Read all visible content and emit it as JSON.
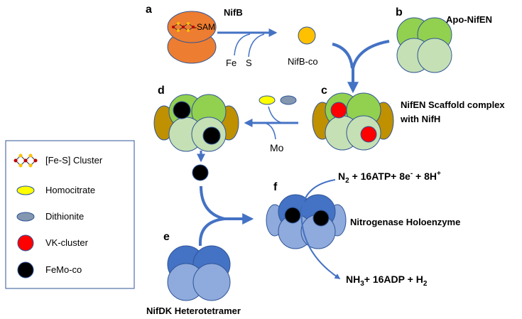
{
  "panels": {
    "a": "a",
    "b": "b",
    "c": "c",
    "d": "d",
    "e": "e",
    "f": "f"
  },
  "labels": {
    "nifb": "NifB",
    "sam": "-SAM",
    "fe": "Fe",
    "s": "S",
    "nifb_co": "NifB-co",
    "apo_nifen": "Apo-NifEN",
    "scaffold_line1": "NifEN Scaffold complex",
    "scaffold_line2": "with NifH",
    "mo": "Mo",
    "nifdk": "NifDK Heterotetramer",
    "holoenzyme": "Nitrogenase Holoenzyme"
  },
  "equations": {
    "reactants": {
      "n": "N",
      "n_sub": "2",
      "atp": " + 16ATP+ 8e",
      "e_sup": "-",
      "h": " + 8H",
      "h_sup": "+"
    },
    "products": {
      "nh": "NH",
      "nh_sub": "3",
      "adp": "+ 16ADP + H",
      "h_sub": "2"
    }
  },
  "legend": {
    "items": [
      {
        "icon": "fes-cluster-icon",
        "label": "[Fe-S] Cluster"
      },
      {
        "icon": "homocitrate-icon",
        "label": "Homocitrate",
        "color": "#ffff00"
      },
      {
        "icon": "dithionite-icon",
        "label": "Dithionite",
        "color": "#8497b0"
      },
      {
        "icon": "vk-cluster-icon",
        "label": "VK-cluster",
        "color": "#ff0000"
      },
      {
        "icon": "femo-co-icon",
        "label": "FeMo-co",
        "color": "#000000"
      }
    ]
  },
  "colors": {
    "nifb": "#ed7d31",
    "nifb_co": "#ffc000",
    "nifen_dark": "#92d050",
    "nifen_light": "#c5e0b4",
    "nifh": "#bf9000",
    "nifdk_dark": "#4472c4",
    "nifdk_light": "#8faadc",
    "arrow": "#4472c4",
    "legend_border": "#2f5597"
  }
}
